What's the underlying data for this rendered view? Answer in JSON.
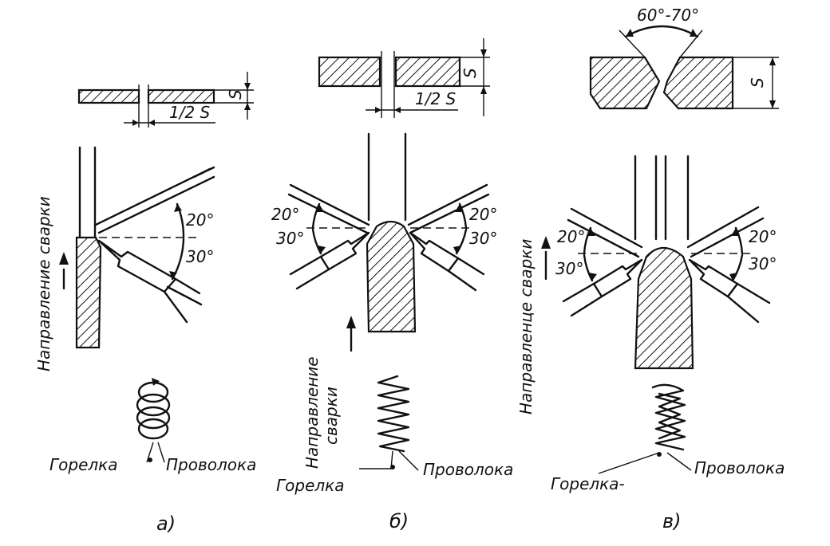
{
  "panels": {
    "a": {
      "caption": "а)",
      "direction_label": "Направление сварки",
      "dimension_half": "1/2 S",
      "dimension_thickness": "S",
      "angle_top": "20°",
      "angle_bottom": "30°",
      "torch_label": "Горелка",
      "wire_label": "Проволока"
    },
    "b": {
      "caption": "б)",
      "direction_label_line1": "Направление",
      "direction_label_line2": "сварки",
      "dimension_half": "1/2 S",
      "dimension_thickness": "S",
      "angle_left_top": "20°",
      "angle_left_bottom": "30°",
      "angle_right_top": "20°",
      "angle_right_bottom": "30°",
      "torch_label": "Горелка",
      "wire_label": "Проволока"
    },
    "c": {
      "caption": "в)",
      "direction_label": "Направленце сварки",
      "groove_angle": "60°-70°",
      "dimension_thickness": "S",
      "angle_left_top": "20°",
      "angle_left_bottom": "30°",
      "angle_right_top": "20°",
      "angle_right_bottom": "30°",
      "torch_label": "Горелка-",
      "wire_label": "Проволока"
    }
  }
}
